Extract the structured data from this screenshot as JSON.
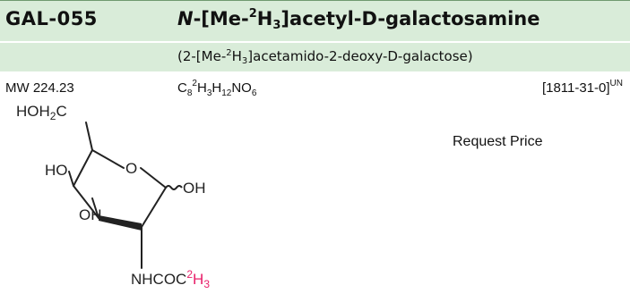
{
  "product": {
    "code": "GAL-055",
    "title_prefix": "N",
    "title_part1": "-[Me-",
    "title_sup": "2",
    "title_part2": "H",
    "title_sub": "3",
    "title_part3": "]acetyl-D-galactosamine",
    "synonym_part1": "(2-[Me-",
    "synonym_sup": "2",
    "synonym_part2": "H",
    "synonym_sub": "3",
    "synonym_part3": "]acetamido-2-deoxy-D-galactose)",
    "mw": "MW 224.23",
    "formula": {
      "c": "C",
      "c_n": "8",
      "d_sup": "2",
      "d": "H",
      "d_n": "3",
      "h": "H",
      "h_n": "12",
      "rest": "NO",
      "o_n": "6"
    },
    "cas": "[1811-31-0]",
    "cas_sup": "UN",
    "price_label": "Request Price"
  },
  "structure": {
    "label_hoh2c": "HOH",
    "label_hoh2c_sub": "2",
    "label_hoh2c_c": "C",
    "label_o": "O",
    "label_ho": "HO",
    "label_oh_left": "OH",
    "label_oh_right": "OH",
    "label_nhcoc": "NHCOC",
    "label_sup2": "2",
    "label_h": "H",
    "label_sub3": "3"
  },
  "colors": {
    "header_bg": "#d9ecd9",
    "isotope_red": "#e8206a"
  }
}
